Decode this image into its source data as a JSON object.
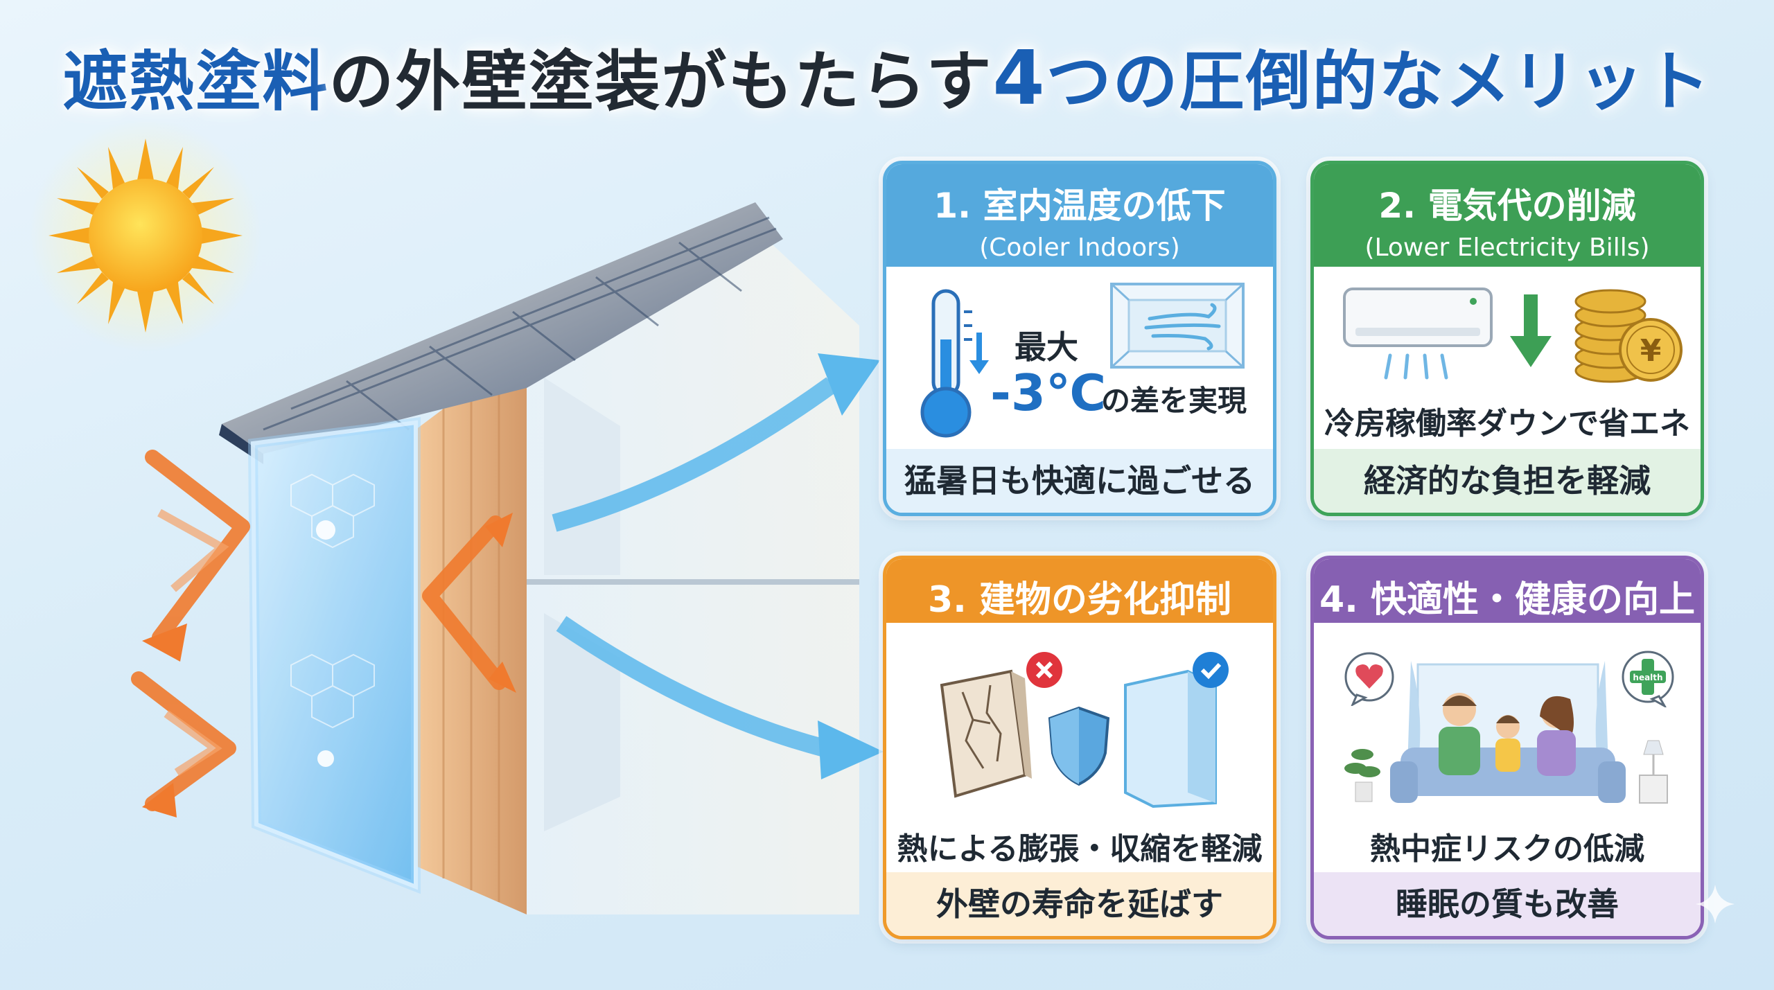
{
  "title": {
    "part1": "遮熱塗料",
    "part2": "の外壁塗装がもたらす",
    "part3": "4",
    "part4": "つの圧倒的なメリット"
  },
  "cards": [
    {
      "heading": "1. 室内温度の低下",
      "subheading": "(Cooler Indoors)",
      "label_max": "最大",
      "temp": "-3℃",
      "label_diff": "の差を実現",
      "footer": "猛暑日も快適に過ごせる"
    },
    {
      "heading": "2. 電気代の削減",
      "subheading": "(Lower Electricity Bills)",
      "coin_symbol": "¥",
      "caption": "冷房稼働率ダウンで省エネ",
      "footer": "経済的な負担を軽減"
    },
    {
      "heading": "3. 建物の劣化抑制",
      "caption": "熱による膨張・収縮を軽減",
      "footer": "外壁の寿命を延ばす"
    },
    {
      "heading": "4. 快適性・健康の向上",
      "health_bubble": "health",
      "caption": "熱中症リスクの低減",
      "footer": "睡眠の質も改善"
    }
  ],
  "colors": {
    "title_blue": "#1a5fb4",
    "card1": "#55a9dd",
    "card2": "#3d9f55",
    "card3": "#ee9528",
    "card4": "#8660b2",
    "heat_arrow": "#f07a2e",
    "cool_arrow": "#5cb8ec"
  },
  "icons": [
    "sun-icon",
    "house-illustration",
    "thermometer-icon",
    "air-flow-icon",
    "air-conditioner-icon",
    "coins-icon",
    "cracked-wall-icon",
    "shield-icon",
    "smooth-panel-icon",
    "family-icon",
    "heart-bubble-icon",
    "health-bubble-icon"
  ]
}
